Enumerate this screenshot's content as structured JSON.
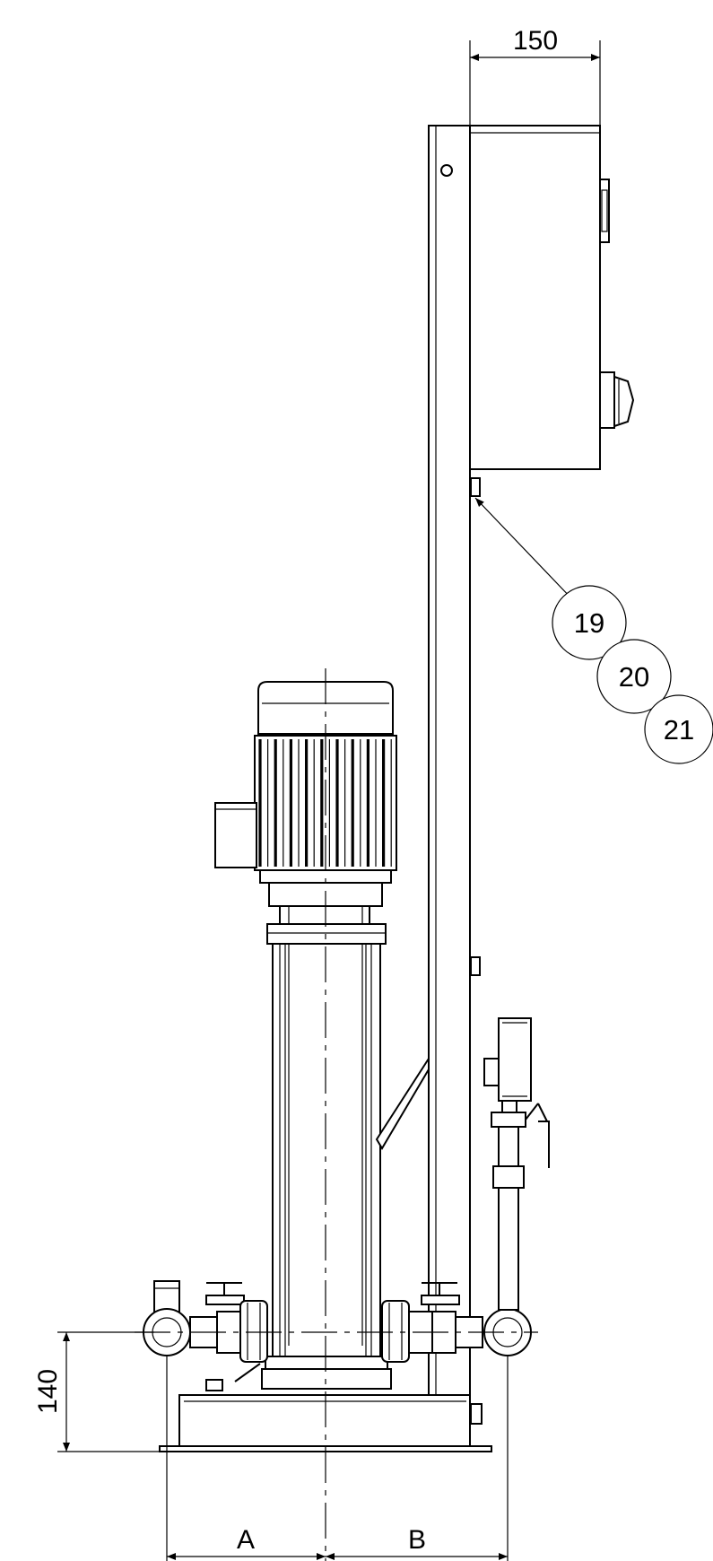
{
  "dimensions": {
    "top_width": "150",
    "base_height": "140",
    "left_offset": "A",
    "right_offset": "B"
  },
  "balloons": [
    "19",
    "20",
    "21"
  ]
}
